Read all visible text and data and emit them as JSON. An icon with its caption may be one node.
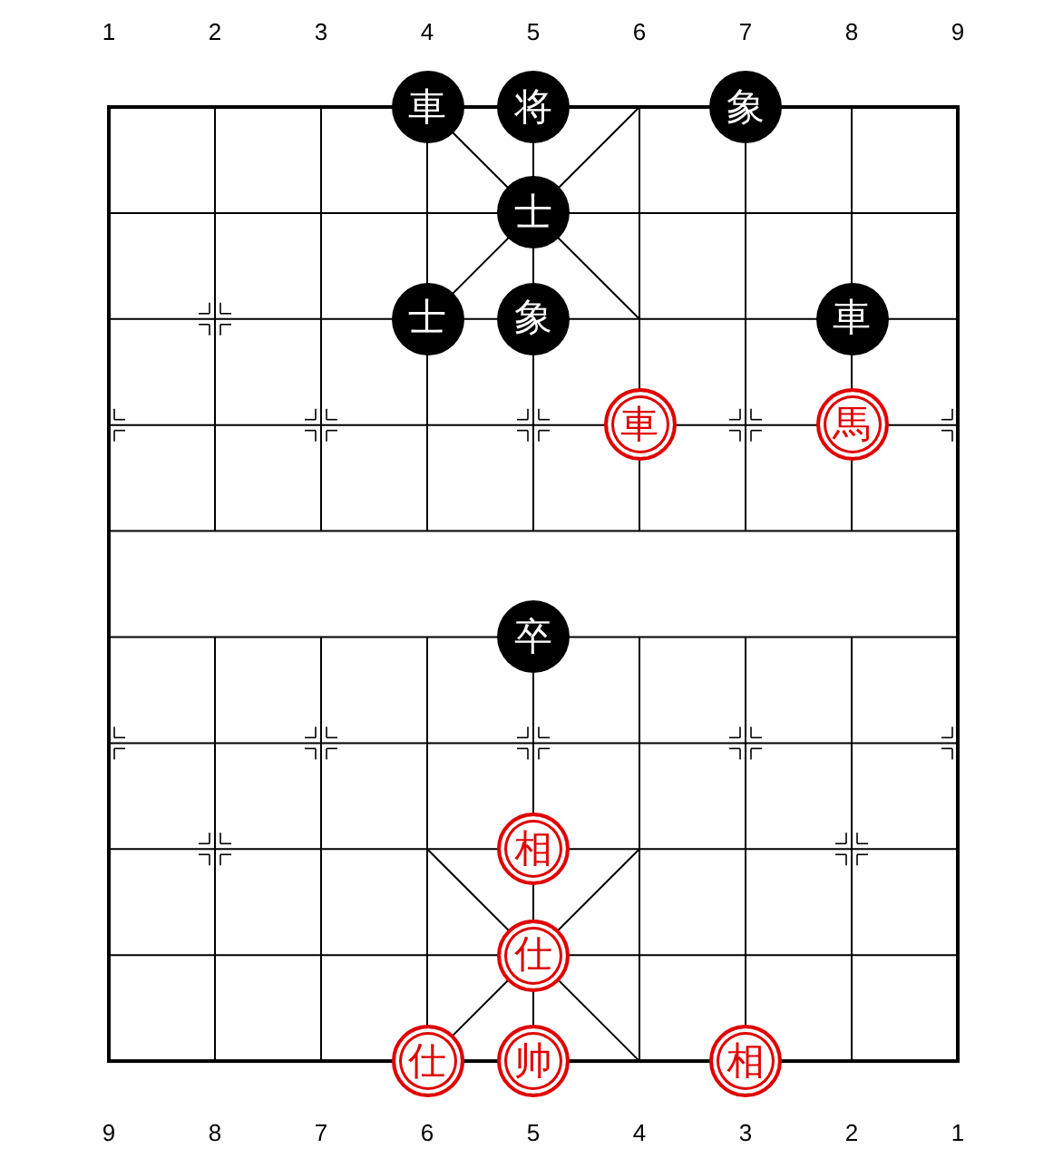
{
  "diagram": {
    "nodes": [
      {
        "text": [
          "車"
        ]
      },
      {
        "text": [
          "将"
        ]
      },
      {
        "text": [
          "象"
        ]
      },
      {
        "text": [
          "士"
        ]
      },
      {
        "text": [
          "士"
        ]
      },
      {
        "text": [
          "象"
        ]
      },
      {
        "text": [
          "車"
        ]
      },
      {
        "text": [
          "車"
        ]
      },
      {
        "text": [
          "馬"
        ]
      },
      {
        "text": [
          "卒"
        ]
      },
      {
        "text": [
          "相"
        ]
      },
      {
        "text": [
          "仕"
        ]
      },
      {
        "text": [
          "仕"
        ]
      },
      {
        "text": [
          "帅"
        ]
      },
      {
        "text": [
          "相"
        ]
      }
    ],
    "labels": [
      "1",
      "2",
      "3",
      "4",
      "5",
      "6",
      "7",
      "8",
      "9",
      "9",
      "8",
      "7",
      "6",
      "5",
      "4",
      "3",
      "2",
      "1"
    ]
  }
}
